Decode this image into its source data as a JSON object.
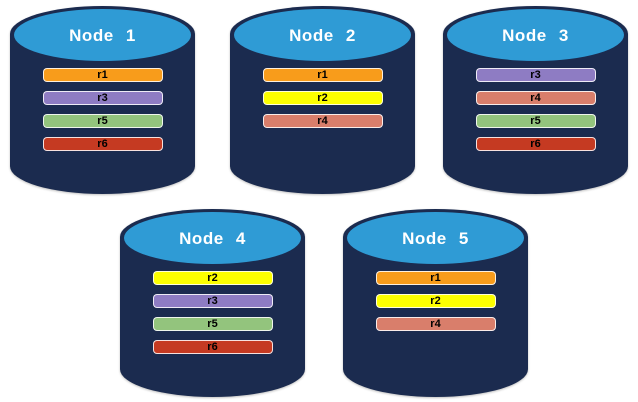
{
  "diagram": {
    "nodes": [
      {
        "label": "Node 1",
        "replicas": [
          "r1",
          "r3",
          "r5",
          "r6"
        ]
      },
      {
        "label": "Node 2",
        "replicas": [
          "r1",
          "r2",
          "r4"
        ]
      },
      {
        "label": "Node 3",
        "replicas": [
          "r3",
          "r4",
          "r5",
          "r6"
        ]
      },
      {
        "label": "Node 4",
        "replicas": [
          "r2",
          "r3",
          "r5",
          "r6"
        ]
      },
      {
        "label": "Node 5",
        "replicas": [
          "r1",
          "r2",
          "r4"
        ]
      }
    ],
    "replica_colors": {
      "r1": "#F89C1B",
      "r2": "#FDFF00",
      "r3": "#8E7CC3",
      "r4": "#D97E6B",
      "r5": "#93C47D",
      "r6": "#C53A22"
    },
    "colors": {
      "cylinder_body": "#1B2B4F",
      "cylinder_top": "#2F9BD5",
      "node_title_text": "#FFFFFF",
      "replica_label_text": "#000000",
      "replica_bar_border": "#FFFFFF",
      "background": "#FFFFFF"
    }
  }
}
